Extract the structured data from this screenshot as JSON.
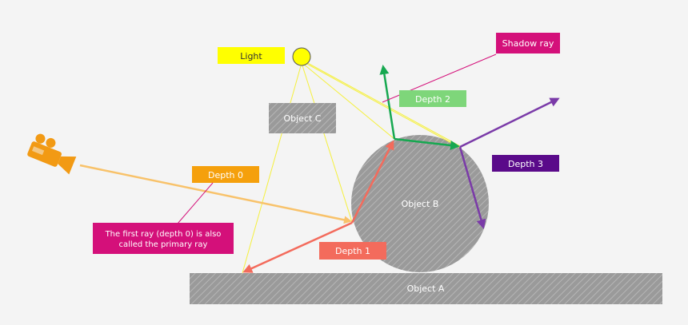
{
  "labels": {
    "light": "Light",
    "object_a": "Object A",
    "object_b": "Object B",
    "object_c": "Object C",
    "depth_0": "Depth 0",
    "depth_1": "Depth 1",
    "depth_2": "Depth 2",
    "depth_3": "Depth 3",
    "shadow_ray": "Shadow ray",
    "primary_note_line1": "The first ray (depth 0) is also",
    "primary_note_line2": "called the primary ray"
  },
  "colors": {
    "background": "#f4f4f4",
    "light": "#ffff00",
    "light_rays": "#f5f03c",
    "depth_0": "#f5a00c",
    "depth_0_ray": "#f8c26a",
    "depth_1": "#f36b5c",
    "depth_2": "#7ed67a",
    "depth_2_ray": "#16a850",
    "depth_3": "#5a0a8a",
    "depth_3_ray": "#7a3aa8",
    "shadow": "#d4107a",
    "object_fill": "#9a9a9a",
    "camera": "#f29a14"
  },
  "icons": {
    "camera": "video-camera-icon",
    "light": "light-source-icon"
  }
}
